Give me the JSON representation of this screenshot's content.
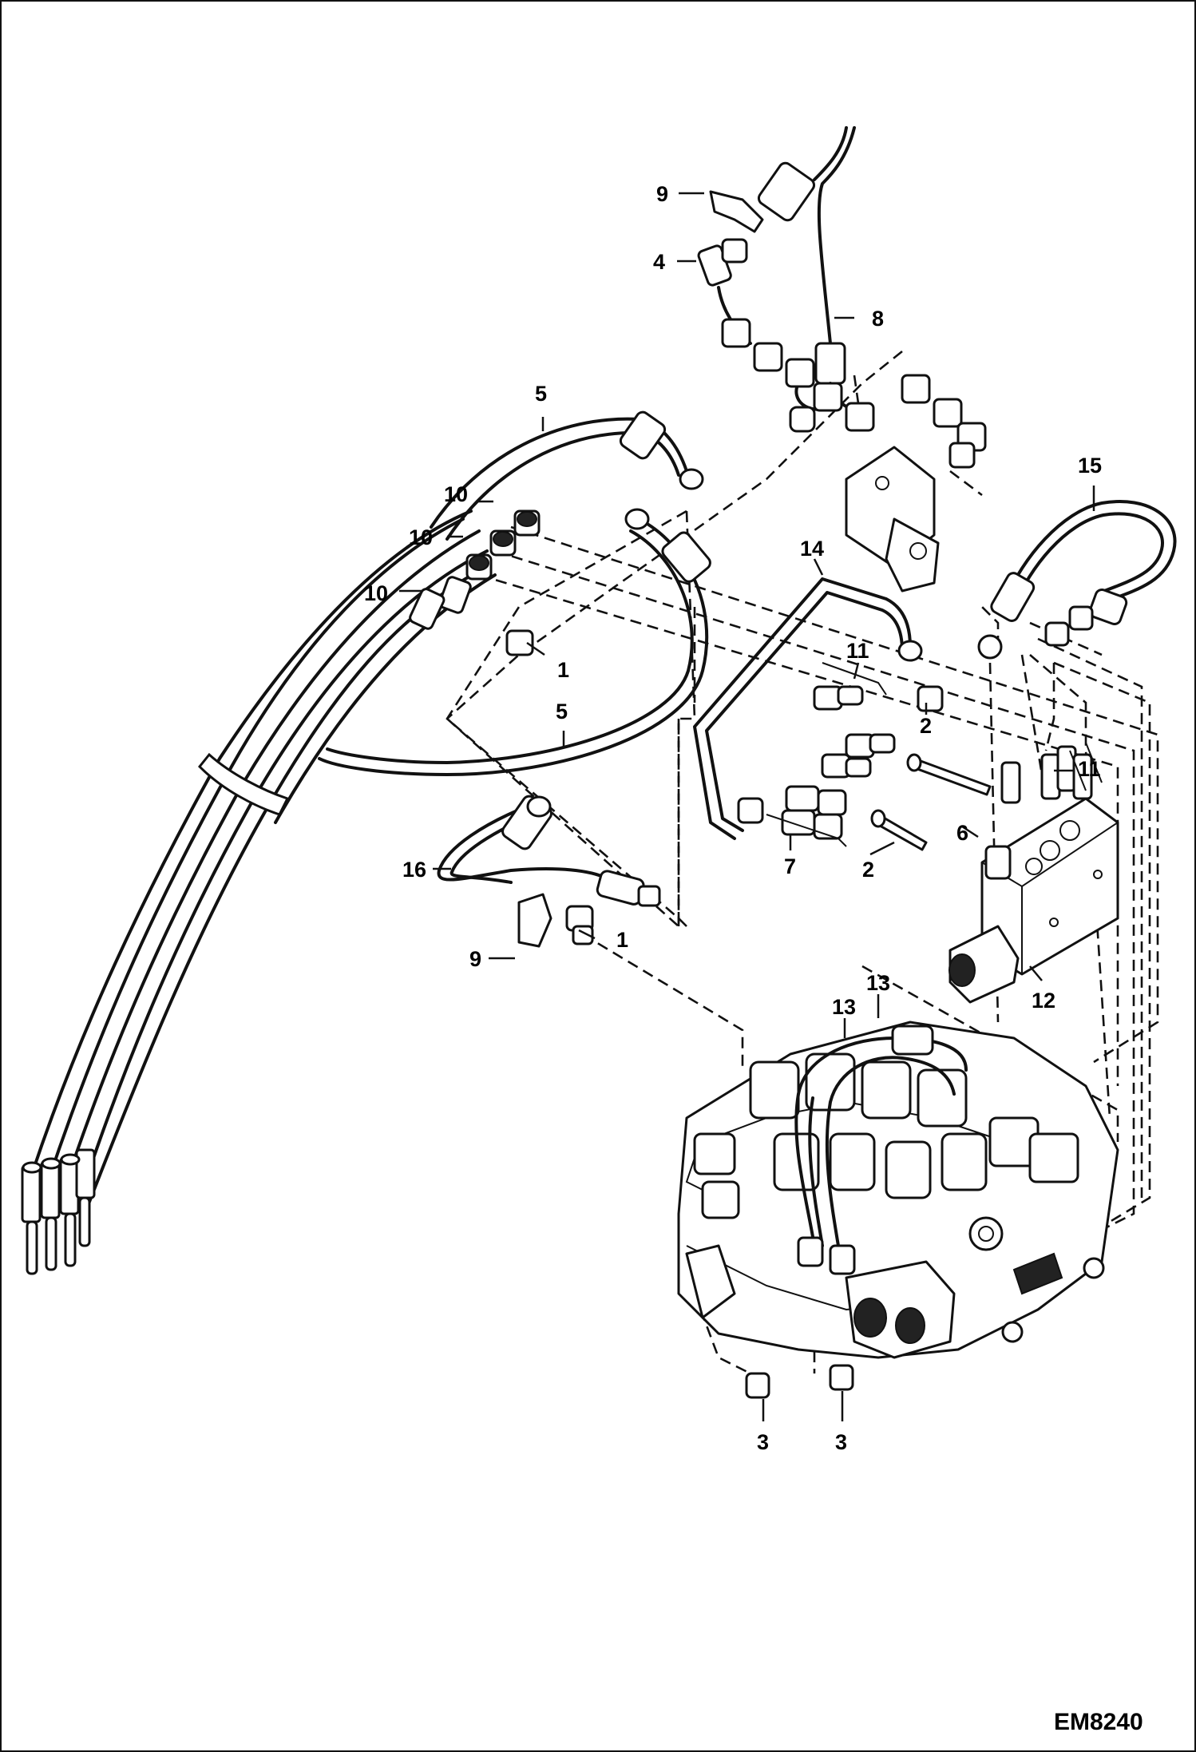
{
  "diagram": {
    "reference_code": "EM8240",
    "callouts": [
      {
        "id": "c9a",
        "label": "9"
      },
      {
        "id": "c4",
        "label": "4"
      },
      {
        "id": "c8",
        "label": "8"
      },
      {
        "id": "c5a",
        "label": "5"
      },
      {
        "id": "c10a",
        "label": "10"
      },
      {
        "id": "c10b",
        "label": "10"
      },
      {
        "id": "c10c",
        "label": "10"
      },
      {
        "id": "c15",
        "label": "15"
      },
      {
        "id": "c14",
        "label": "14"
      },
      {
        "id": "c1a",
        "label": "1"
      },
      {
        "id": "c11a",
        "label": "11"
      },
      {
        "id": "c2a",
        "label": "2"
      },
      {
        "id": "c5b",
        "label": "5"
      },
      {
        "id": "c11b",
        "label": "11"
      },
      {
        "id": "c6",
        "label": "6"
      },
      {
        "id": "c7",
        "label": "7"
      },
      {
        "id": "c2b",
        "label": "2"
      },
      {
        "id": "c16",
        "label": "16"
      },
      {
        "id": "c1b",
        "label": "1"
      },
      {
        "id": "c9b",
        "label": "9"
      },
      {
        "id": "c12",
        "label": "12"
      },
      {
        "id": "c13a",
        "label": "13"
      },
      {
        "id": "c13b",
        "label": "13"
      },
      {
        "id": "c3a",
        "label": "3"
      },
      {
        "id": "c3b",
        "label": "3"
      }
    ]
  }
}
